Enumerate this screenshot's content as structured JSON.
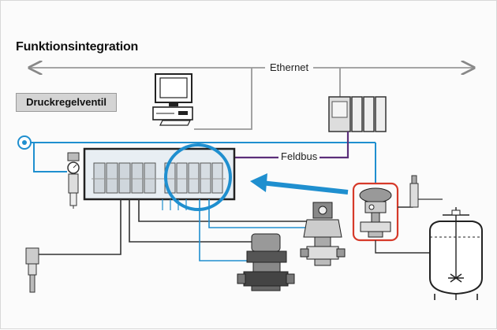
{
  "title": "Funktionsintegration",
  "labels": {
    "device": "Druckregelventil",
    "network": "Ethernet",
    "fieldbus": "Feldbus"
  },
  "colors": {
    "accent_blue": "#1f8fcf",
    "fieldbus_purple": "#5b2e7a",
    "highlight_red": "#d63a2a",
    "wire": "#333333"
  },
  "icons": [
    "computer-icon",
    "controller-rack-icon",
    "filter-regulator-icon",
    "pressure-sensor-icon",
    "actuator-valve-icon",
    "positioner-valve-icon",
    "control-valve-icon",
    "tank-icon"
  ]
}
